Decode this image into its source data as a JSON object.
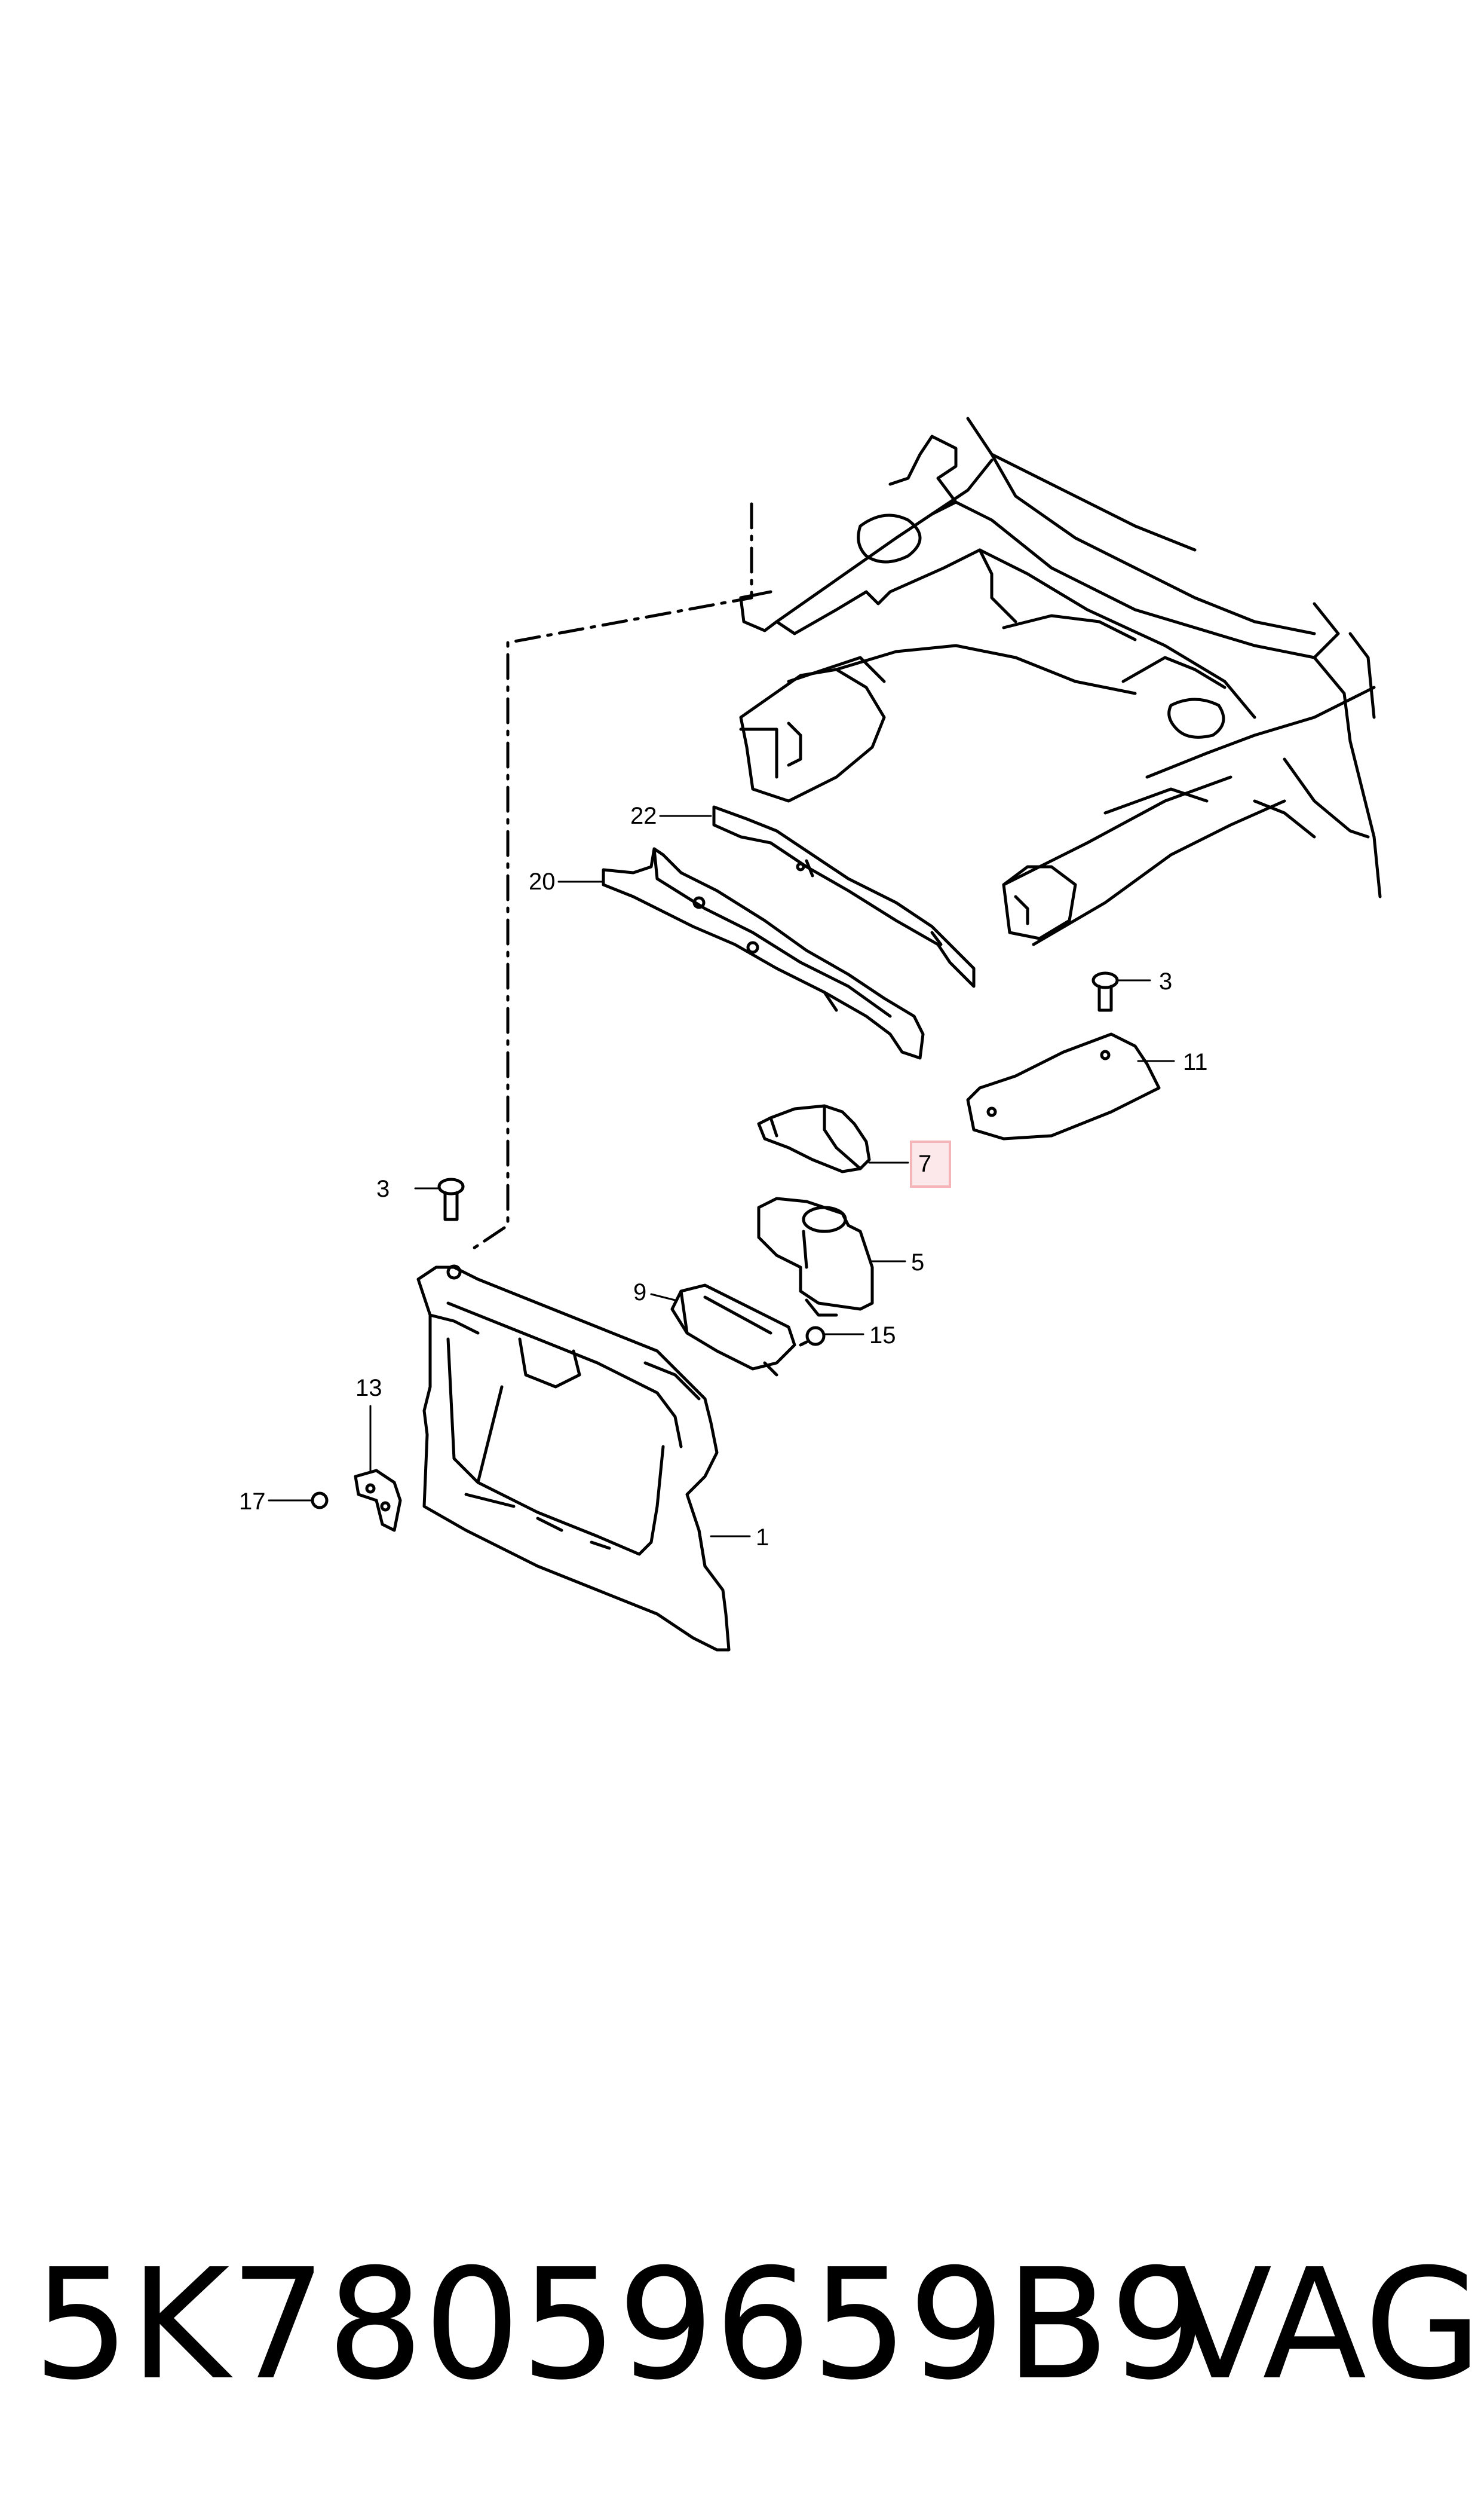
{
  "callouts": {
    "c22": "22",
    "c20": "20",
    "c3_top": "3",
    "c11": "11",
    "c7": "7",
    "c3_left": "3",
    "c5": "5",
    "c9": "9",
    "c15": "15",
    "c13": "13",
    "c17": "17",
    "c1": "1"
  },
  "highlight_color": "#f4b4b8",
  "footer": {
    "part_number": "5K78059659B9",
    "brand": "VAG"
  }
}
